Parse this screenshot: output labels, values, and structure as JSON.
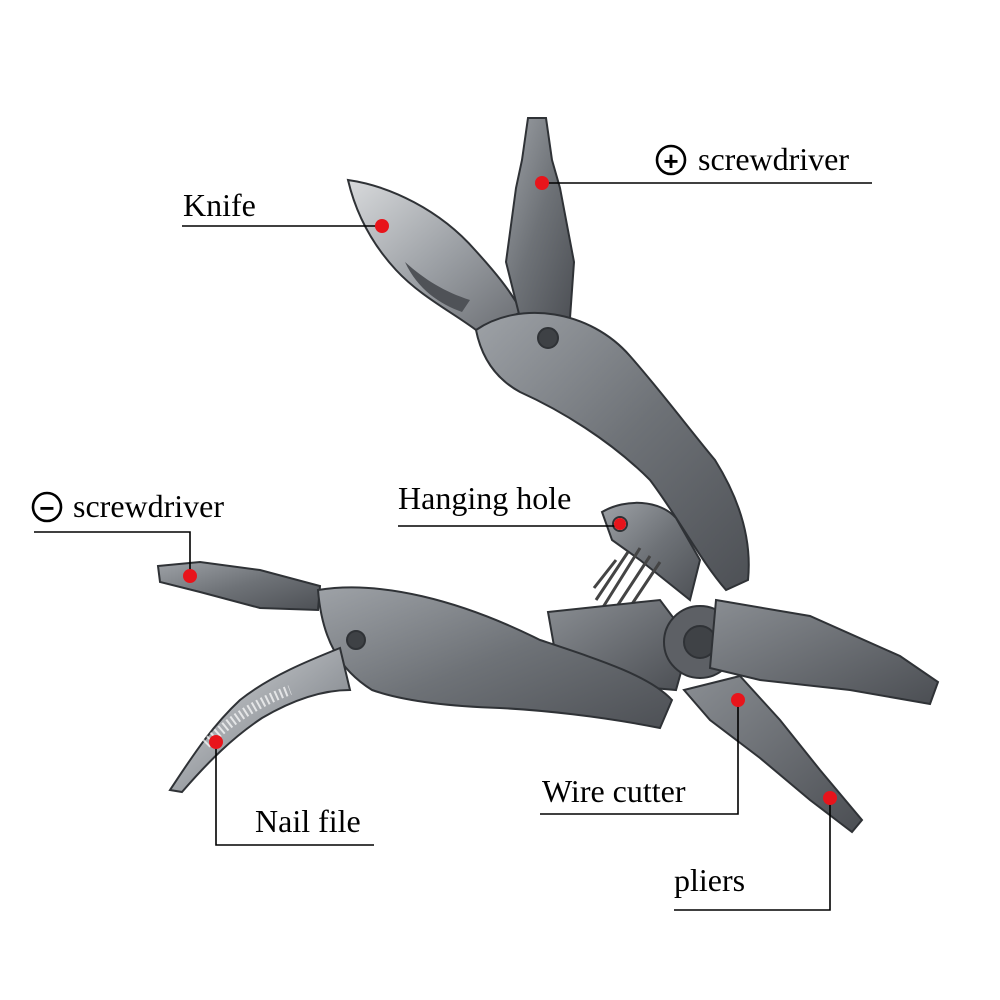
{
  "labels": {
    "knife": "Knife",
    "phillips": "screwdriver",
    "phillips_symbol": "+",
    "flat": "screwdriver",
    "flat_symbol": "−",
    "hanging_hole": "Hanging hole",
    "wire_cutter": "Wire cutter",
    "nail_file": "Nail file",
    "pliers": "pliers"
  },
  "colors": {
    "marker": "#e8141b",
    "leader": "#000000",
    "metal": "#7b7f85"
  }
}
